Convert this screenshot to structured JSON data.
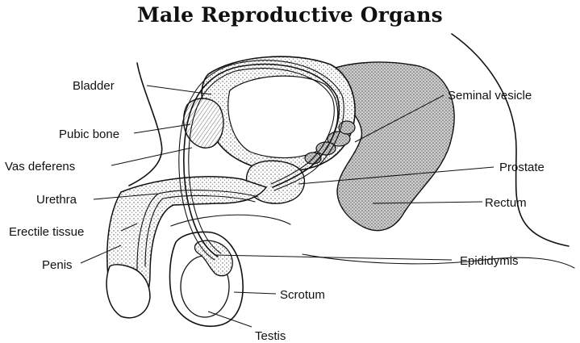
{
  "title": "Male Reproductive Organs",
  "labels": {
    "bladder": "Bladder",
    "pubic_bone": "Pubic bone",
    "vas_deferens": "Vas deferens",
    "urethra": "Urethra",
    "erectile_tissue": "Erectile tissue",
    "penis": "Penis",
    "seminal_vesicle": "Seminal vesicle",
    "prostate": "Prostate",
    "rectum": "Rectum",
    "epididymis": "Epididymis",
    "scrotum": "Scrotum",
    "testis": "Testis"
  }
}
